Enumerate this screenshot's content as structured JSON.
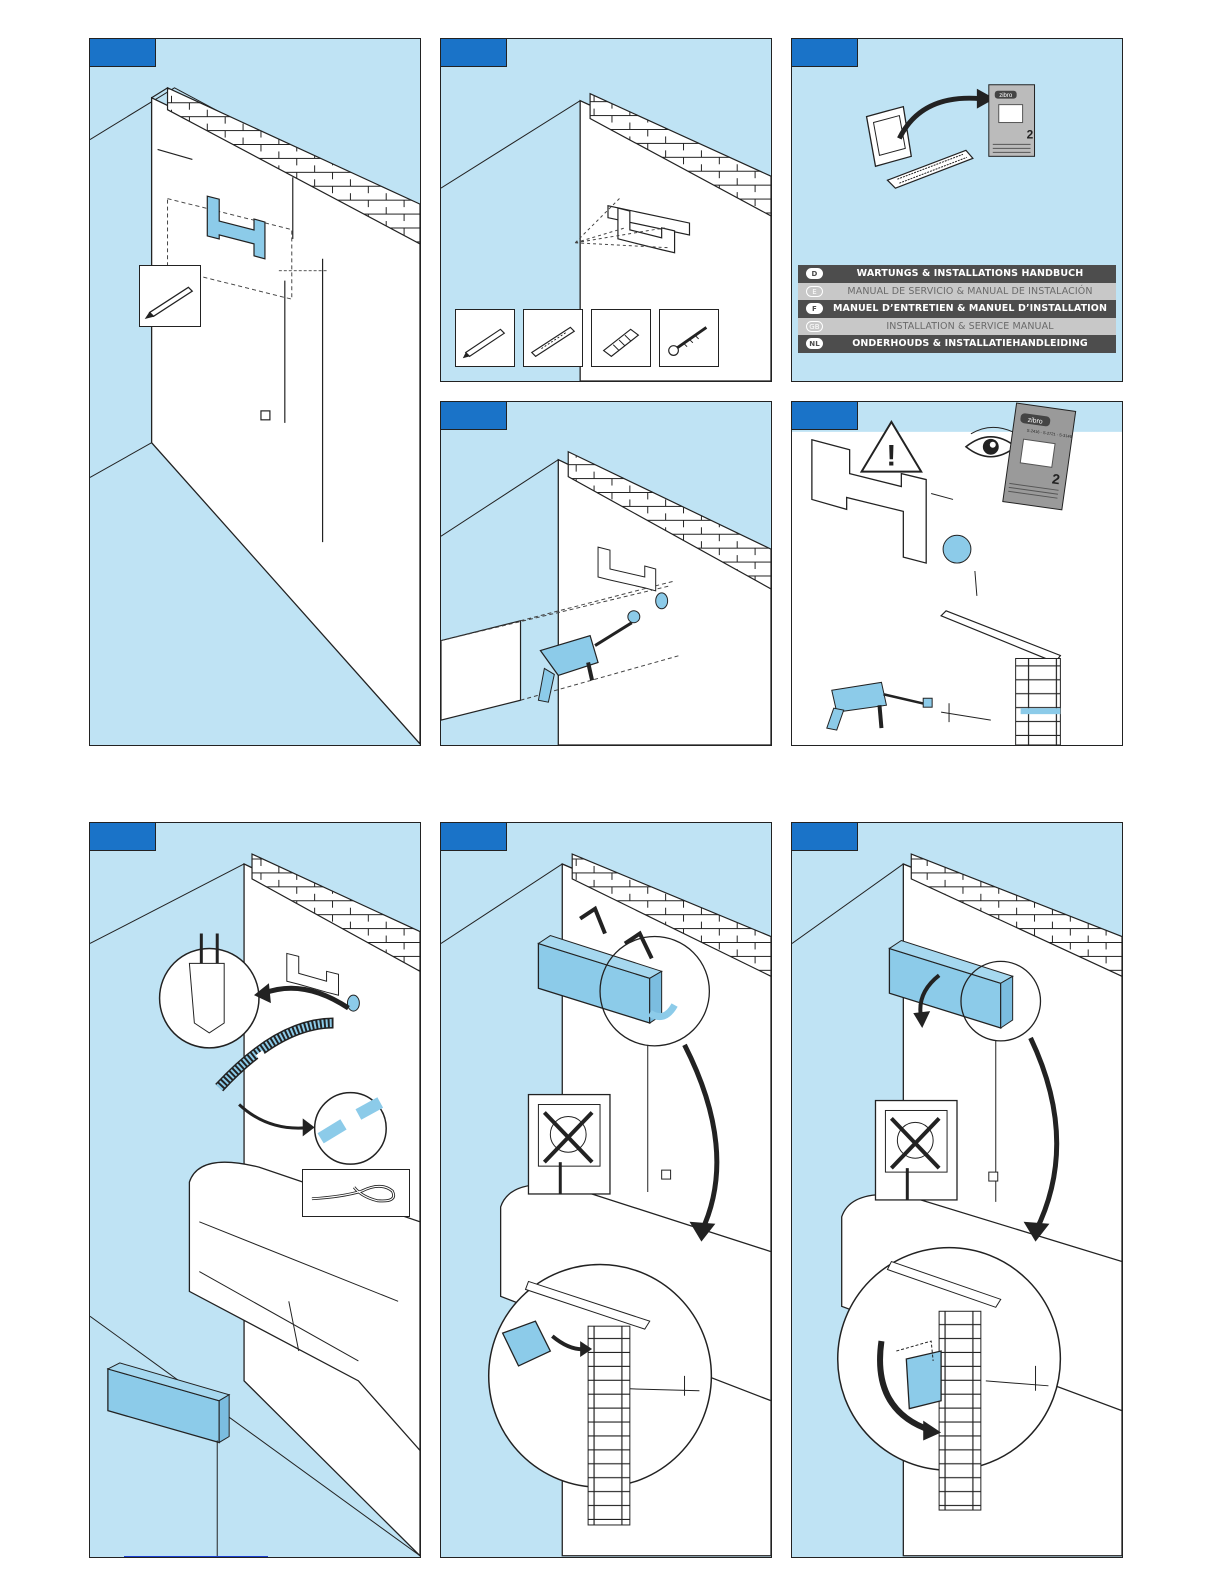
{
  "colors": {
    "panel_background": "#bfe3f4",
    "step_tab": "#1a73c8",
    "highlight_part": "#8ccbe9",
    "outline": "#222222"
  },
  "panels": [
    {
      "id": "wall-measurement",
      "icons": [
        "pencil-icon"
      ]
    },
    {
      "id": "bracket-leveling",
      "icons": [
        "pencil-icon",
        "drill-bit-icon",
        "wall-plug-icon",
        "screw-icon"
      ]
    },
    {
      "id": "manual-download",
      "icons": [
        "computer-icon",
        "manual-booklet-icon"
      ]
    },
    {
      "id": "drill-wall-hole",
      "icons": [
        "hammer-drill-icon"
      ]
    },
    {
      "id": "warning-read-manual",
      "icons": [
        "warning-triangle-icon",
        "eye-icon",
        "manual-booklet-icon",
        "hammer-drill-icon"
      ]
    },
    {
      "id": "connect-hose",
      "icons": [
        "magnifier-icon",
        "hose-icon"
      ]
    },
    {
      "id": "hang-unit",
      "icons": [
        "no-plug-icon",
        "magnifier-icon"
      ]
    },
    {
      "id": "tilt-unit",
      "icons": [
        "no-plug-icon",
        "magnifier-icon"
      ]
    }
  ],
  "manual_booklet": {
    "brand": "zibro",
    "tagline": "S-2416 - S-2721 - S-3146",
    "number": "2"
  },
  "manuals": [
    {
      "lang": "D",
      "title": "WARTUNGS & INSTALLATIONS HANDBUCH",
      "style": "dark"
    },
    {
      "lang": "E",
      "title": "MANUAL DE SERVICIO & MANUAL DE INSTALACIÓN",
      "style": "light"
    },
    {
      "lang": "F",
      "title": "MANUEL D’ENTRETIEN & MANUEL D’INSTALLATION",
      "style": "dark"
    },
    {
      "lang": "GB",
      "title": "INSTALLATION & SERVICE MANUAL",
      "style": "light"
    },
    {
      "lang": "NL",
      "title": "ONDERHOUDS & INSTALLATIEHANDLEIDING",
      "style": "dark"
    }
  ]
}
